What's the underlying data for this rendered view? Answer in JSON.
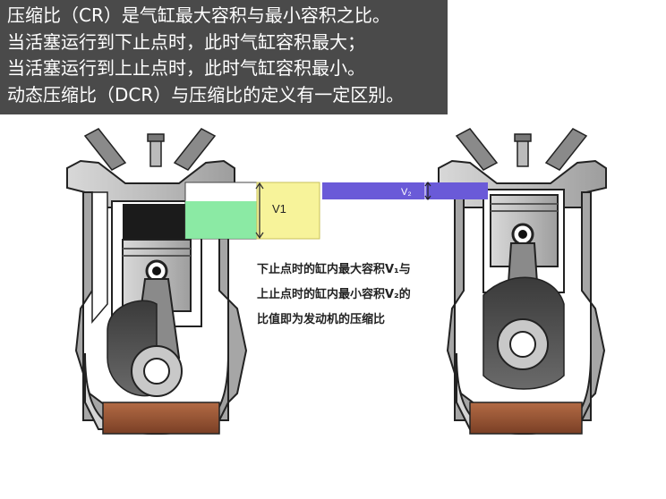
{
  "header": {
    "lines": [
      "压缩比（CR）是气缸最大容积与最小容积之比。",
      "当活塞运行到下止点时，此时气缸容积最大；",
      "当活塞运行到上止点时，此时气缸容积最小。",
      "动态压缩比（DCR）与压缩比的定义有一定区别。"
    ]
  },
  "diagram": {
    "v1_label": "V1",
    "v2_label": "V₂",
    "caption_lines": [
      "下止点时的缸内最大容积V₁与",
      "上止点时的缸内最小容积V₂的",
      "比值即为发动机的压缩比"
    ]
  },
  "colors": {
    "header_bg": "#4a4a4a",
    "v1_highlight": "#f7f39a",
    "v2_highlight": "#6a5ad8",
    "green_highlight": "#7ee89a",
    "oil": "#9a5a3a"
  }
}
